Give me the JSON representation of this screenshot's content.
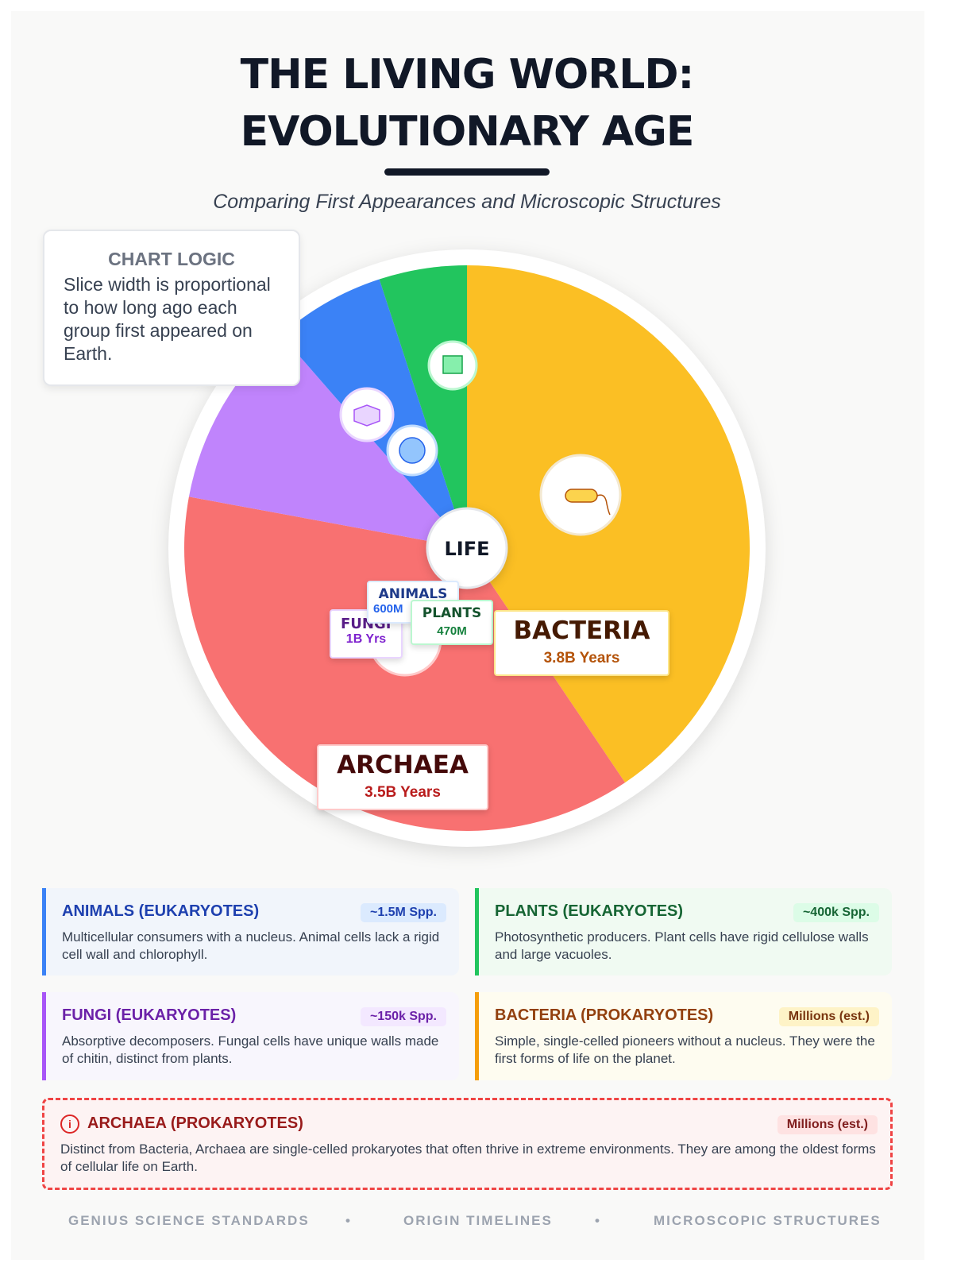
{
  "header": {
    "title_line1": "THE LIVING WORLD:",
    "title_line2": "EVOLUTIONARY AGE",
    "subtitle": "Comparing First Appearances and Microscopic Structures"
  },
  "logic": {
    "heading": "CHART LOGIC",
    "text": "Slice width is proportional to how long ago each group first appeared on Earth."
  },
  "chart_data": {
    "type": "pie",
    "title": "THE LIVING WORLD: EVOLUTIONARY AGE",
    "center_label": "LIFE",
    "unit": "years ago (first appearance)",
    "slices": [
      {
        "name": "BACTERIA",
        "value": 3800,
        "value_label": "3.8B Years",
        "color": "#fbbf24"
      },
      {
        "name": "ARCHAEA",
        "value": 3500,
        "value_label": "3.5B Years",
        "color": "#f87171"
      },
      {
        "name": "FUNGI",
        "value": 1000,
        "value_label": "1B Yrs",
        "color": "#c084fc"
      },
      {
        "name": "ANIMALS",
        "value": 600,
        "value_label": "600M",
        "color": "#3b82f6"
      },
      {
        "name": "PLANTS",
        "value": 470,
        "value_label": "470M",
        "color": "#22c55e"
      }
    ]
  },
  "cards": [
    {
      "title": "ANIMALS (EUKARYOTES)",
      "badge": "~1.5M Spp.",
      "text": "Multicellular consumers with a nucleus. Animal cells lack a rigid cell wall and chlorophyll."
    },
    {
      "title": "PLANTS (EUKARYOTES)",
      "badge": "~400k Spp.",
      "text": "Photosynthetic producers. Plant cells have rigid cellulose walls and large vacuoles."
    },
    {
      "title": "FUNGI (EUKARYOTES)",
      "badge": "~150k Spp.",
      "text": "Absorptive decomposers. Fungal cells have unique walls made of chitin, distinct from plants."
    },
    {
      "title": "BACTERIA (PROKARYOTES)",
      "badge": "Millions (est.)",
      "text": "Simple, single-celled pioneers without a nucleus. They were the first forms of life on the planet."
    },
    {
      "title": "ARCHAEA (PROKARYOTES)",
      "badge": "Millions (est.)",
      "text": "Distinct from Bacteria, Archaea are single-celled prokaryotes that often thrive in extreme environments. They are among the oldest forms of cellular life on Earth."
    }
  ],
  "footer": [
    "GENIUS SCIENCE STANDARDS",
    "ORIGIN TIMELINES",
    "MICROSCOPIC STRUCTURES"
  ]
}
